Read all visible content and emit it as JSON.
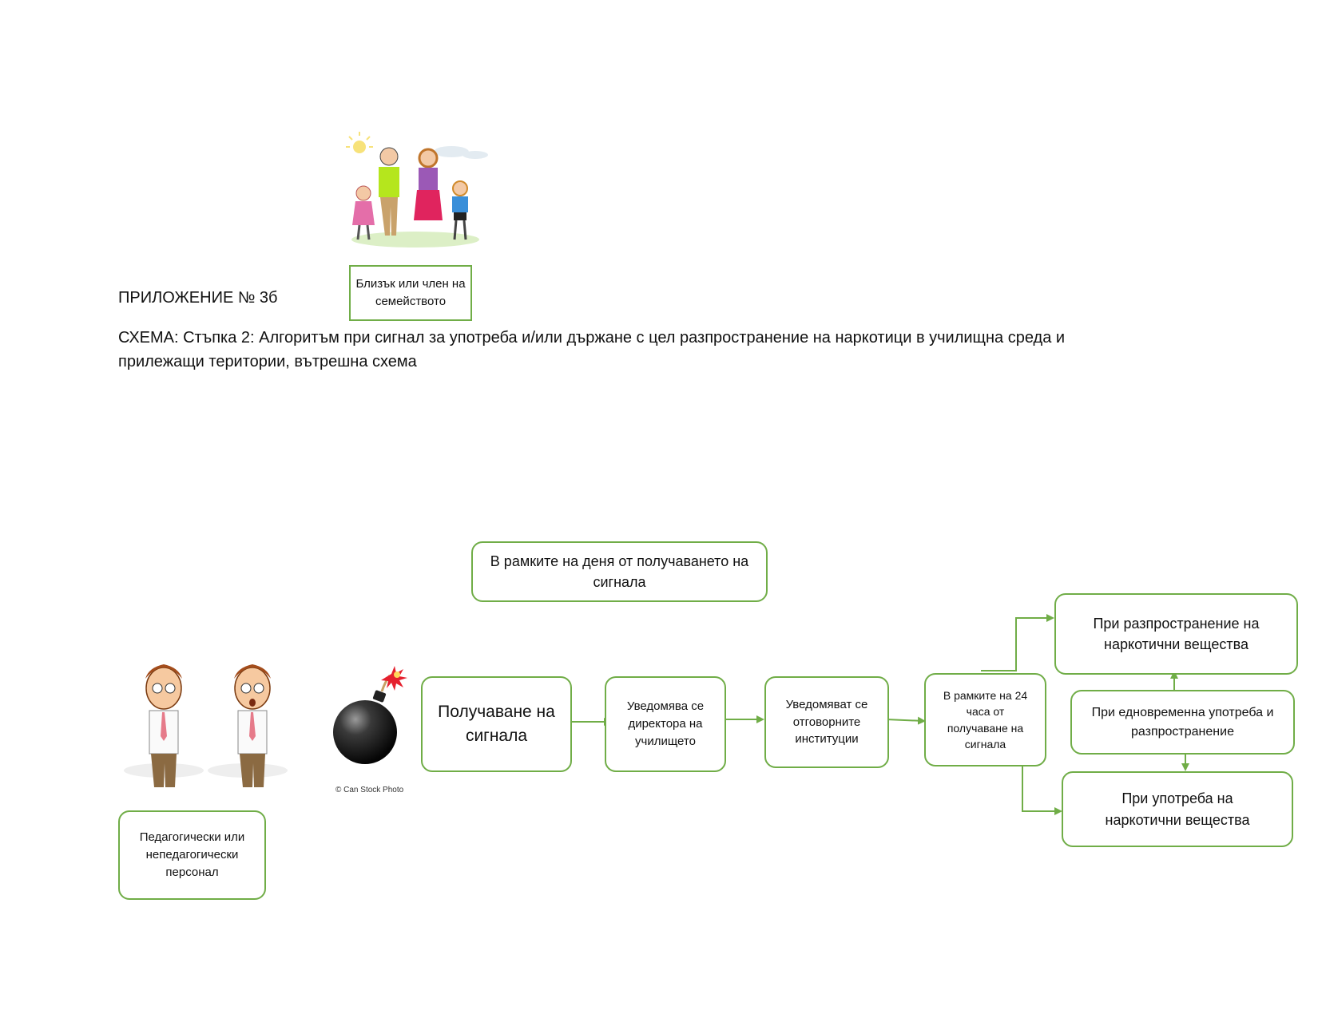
{
  "header": {
    "appendix": "ПРИЛОЖЕНИЕ № 3б",
    "scheme_line1": "СХЕМА:    Стъпка 2:  Алгоритъм при сигнал за употреба и/или държане с цел разпространение на наркотици в училищна среда и",
    "scheme_line2": "прилежащи територии, вътрешна схема"
  },
  "diagram": {
    "family_label": "Близък или член на семейството",
    "staff_label": "Педагогически или непедагогически персонал",
    "bomb_credit": "© Can Stock Photo",
    "timeframe_day": "В рамките на деня от получаването на сигнала",
    "step_receive": "Получаване на сигнала",
    "step_director": "Уведомява се директора на училището",
    "step_institutions": "Уведомяват се отговорните институции",
    "step_24h": "В рамките на 24 часа от получаване на сигнала",
    "outcome_distribution": "При разпространение на наркотични вещества",
    "outcome_simultaneous": "При едновременна употреба и разпространение",
    "outcome_use": "При употреба на наркотични вещества"
  },
  "colors": {
    "accent": "#70ad47",
    "text": "#111111"
  }
}
